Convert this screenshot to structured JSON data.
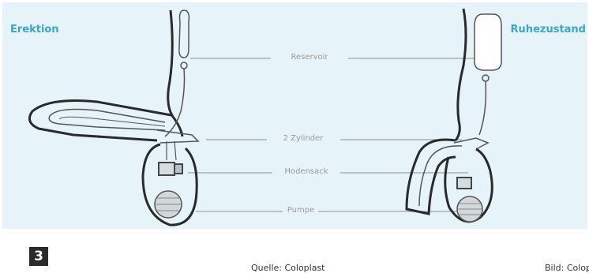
{
  "diagram": {
    "left_title": "Erektion",
    "right_title": "Ruhezustand",
    "callouts": [
      {
        "id": "reservoir",
        "label": "Reservoir"
      },
      {
        "id": "zylinder",
        "label": "2 Zylinder"
      },
      {
        "id": "hodensack",
        "label": "Hodensack"
      },
      {
        "id": "pumpe",
        "label": "Pumpe"
      }
    ]
  },
  "footer": {
    "figure_number": "3",
    "source": "Quelle: Coloplast",
    "credit": "Bild: Coloplast"
  },
  "colors": {
    "panel_background": "#e6f3f8",
    "title_accent": "#3aa6cc",
    "outline": "#2a2a2a",
    "device_line": "#555555",
    "callout_text": "#9a9a9a"
  }
}
